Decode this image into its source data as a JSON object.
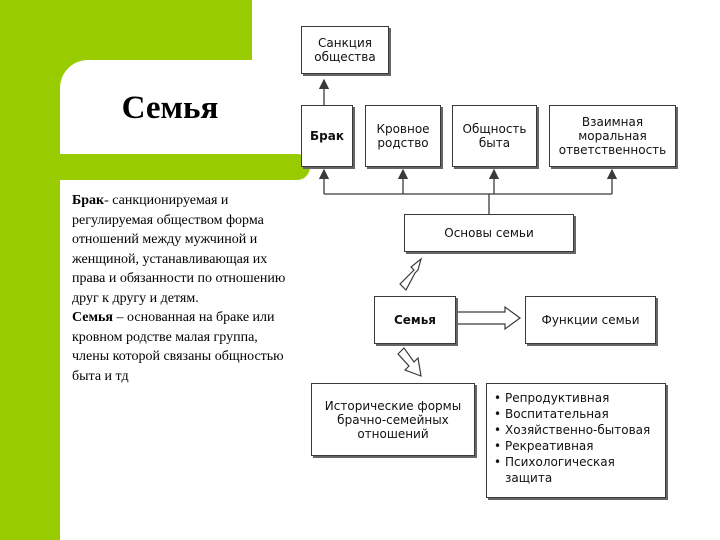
{
  "slide": {
    "title": "Семья",
    "definitions": [
      {
        "term": "Брак",
        "text": "- санкционируемая и регулируемая обществом форма отношений между мужчиной и женщиной, устанавливающая их права и обязанности по отношению друг к другу и детям."
      },
      {
        "term": "Семья",
        "text": " – основанная на браке или кровном родстве малая группа, члены которой связаны общностью быта и тд"
      }
    ]
  },
  "diagram": {
    "nodes": {
      "sanction": "Санкция\nобщества",
      "marriage": "Брак",
      "kinship": "Кровное\nродство",
      "household": "Общность\nбыта",
      "responsibility": "Взаимная\nморальная\nответственность",
      "foundations": "Основы семьи",
      "family": "Семья",
      "functions": "Функции семьи",
      "historical": "Исторические формы\nбрачно-семейных\nотношений"
    },
    "functions_list": [
      "Репродуктивная",
      "Воспитательная",
      "Хозяйственно-бытовая",
      "Рекреативная",
      "Психологическая защита"
    ]
  },
  "colors": {
    "accent_green": "#99cc00",
    "line": "#3a3a3a"
  }
}
